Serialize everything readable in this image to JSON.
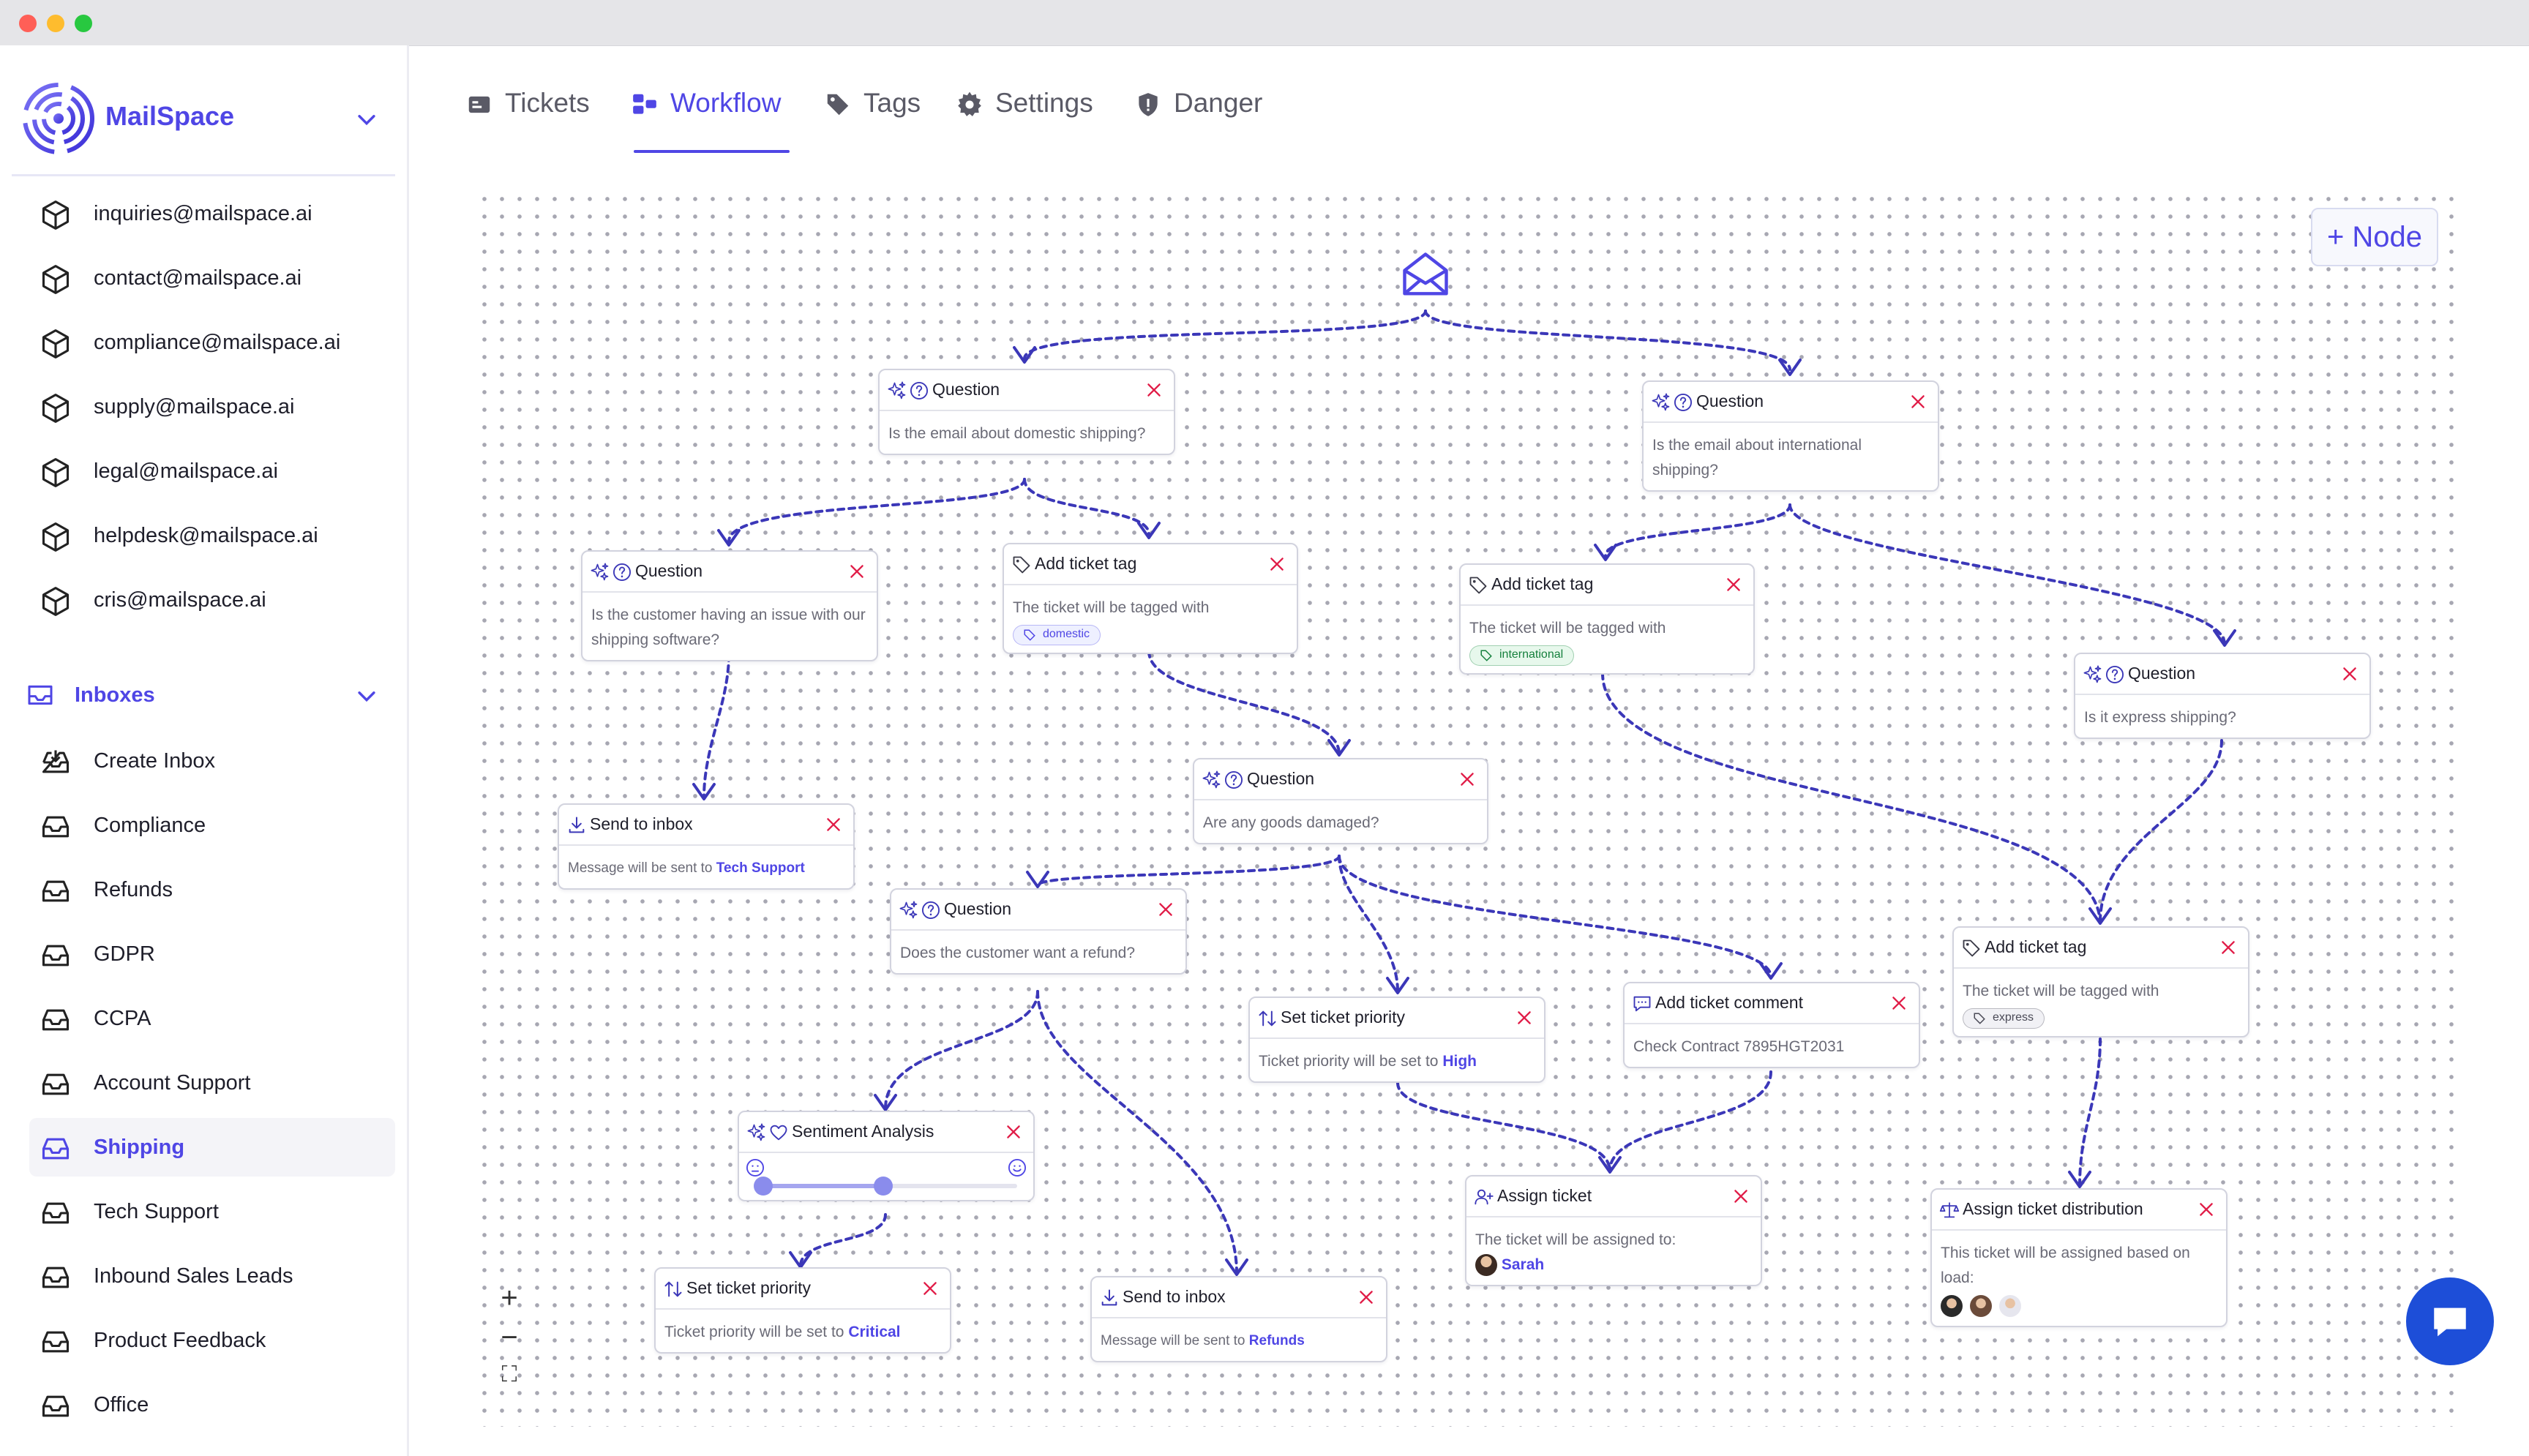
{
  "window": {
    "dot_colors": [
      "#ff5f57",
      "#febc2e",
      "#28c840"
    ]
  },
  "brand": {
    "name": "MailSpace",
    "accent": "#4f46e5"
  },
  "sidebar": {
    "emails": [
      {
        "label": "inquiries@mailspace.ai"
      },
      {
        "label": "contact@mailspace.ai"
      },
      {
        "label": "compliance@mailspace.ai"
      },
      {
        "label": "supply@mailspace.ai"
      },
      {
        "label": "legal@mailspace.ai"
      },
      {
        "label": "helpdesk@mailspace.ai"
      },
      {
        "label": "cris@mailspace.ai"
      }
    ],
    "inboxes_label": "Inboxes",
    "inboxes": [
      {
        "label": "Create Inbox"
      },
      {
        "label": "Compliance"
      },
      {
        "label": "Refunds"
      },
      {
        "label": "GDPR"
      },
      {
        "label": "CCPA"
      },
      {
        "label": "Account Support"
      },
      {
        "label": "Shipping",
        "active": true
      },
      {
        "label": "Tech Support"
      },
      {
        "label": "Inbound Sales Leads"
      },
      {
        "label": "Product Feedback"
      },
      {
        "label": "Office"
      }
    ]
  },
  "tabs": [
    {
      "label": "Tickets",
      "icon": "tickets-icon"
    },
    {
      "label": "Workflow",
      "icon": "workflow-icon",
      "active": true
    },
    {
      "label": "Tags",
      "icon": "tag-icon"
    },
    {
      "label": "Settings",
      "icon": "gear-icon"
    },
    {
      "label": "Danger",
      "icon": "shield-icon"
    }
  ],
  "canvas": {
    "add_node": "+ Node",
    "zoom_in": "+",
    "zoom_out": "−",
    "fit": "⛶"
  },
  "nodes": {
    "q_domestic": {
      "title": "Question",
      "text": "Is the email about domestic shipping?"
    },
    "q_international": {
      "title": "Question",
      "text": "Is the email about international shipping?"
    },
    "q_software": {
      "title": "Question",
      "text": "Is the customer having an issue with our shipping software?"
    },
    "tag_domestic": {
      "title": "Add ticket tag",
      "text": "The ticket will be tagged with",
      "tag": "domestic",
      "tag_color": "#4f46e5",
      "tag_bg": "#eef0ff"
    },
    "tag_international": {
      "title": "Add ticket tag",
      "text": "The ticket will be tagged with",
      "tag": "international",
      "tag_color": "#15803d",
      "tag_bg": "#e7f8ec"
    },
    "q_express": {
      "title": "Question",
      "text": "Is it express shipping?"
    },
    "send_tech": {
      "title": "Send to inbox",
      "text": "Message will be sent to",
      "target": "Tech Support"
    },
    "q_damaged": {
      "title": "Question",
      "text": "Are any goods damaged?"
    },
    "q_refund": {
      "title": "Question",
      "text": "Does the customer want a refund?"
    },
    "priority_high": {
      "title": "Set ticket priority",
      "text": "Ticket priority will be set to",
      "value": "High"
    },
    "comment": {
      "title": "Add ticket comment",
      "text": "Check Contract 7895HGT2031"
    },
    "tag_express": {
      "title": "Add ticket tag",
      "text": "The ticket will be tagged with",
      "tag": "express",
      "tag_color": "#4b4b57",
      "tag_bg": "#f1f1f5"
    },
    "sentiment": {
      "title": "Sentiment Analysis",
      "range_low": 0.03,
      "range_high": 0.49
    },
    "assign": {
      "title": "Assign ticket",
      "text": "The ticket will be assigned to:",
      "assignee": "Sarah"
    },
    "distribution": {
      "title": "Assign ticket distribution",
      "text": "This ticket will be assigned based on load:"
    },
    "priority_critical": {
      "title": "Set ticket priority",
      "text": "Ticket priority will be set to",
      "value": "Critical"
    },
    "send_refunds": {
      "title": "Send to inbox",
      "text": "Message will be sent to",
      "target": "Refunds"
    }
  }
}
